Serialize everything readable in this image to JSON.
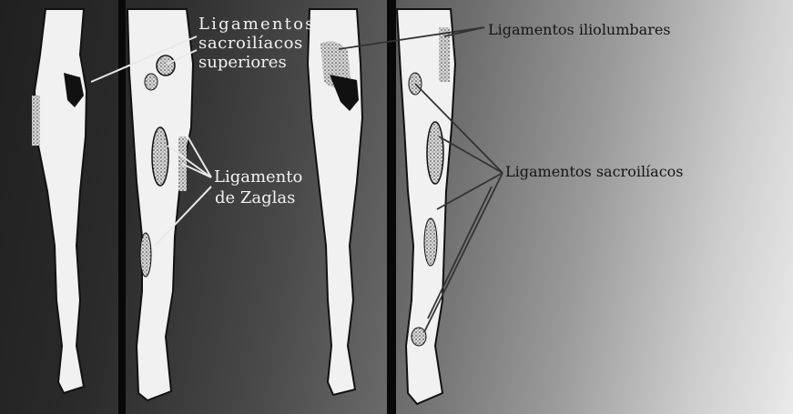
{
  "labels": {
    "sacroiliac_superior_line1": "Ligamentos",
    "sacroiliac_superior_line2": "sacroilíacos",
    "sacroiliac_superior_line3": "superiores",
    "zaglas_line1": "Ligamento",
    "zaglas_line2": "de Zaglas",
    "iliolumbar": "Ligamentos iliolumbares",
    "sacroiliac": "Ligamentos sacroilíacos"
  },
  "colors": {
    "label_light": "#f2f2f2",
    "label_dark": "#151515",
    "leg_fill": "#f1f1f1",
    "outline": "#111111",
    "leader_light": "#e8e8e8",
    "leader_dark": "#333333"
  }
}
